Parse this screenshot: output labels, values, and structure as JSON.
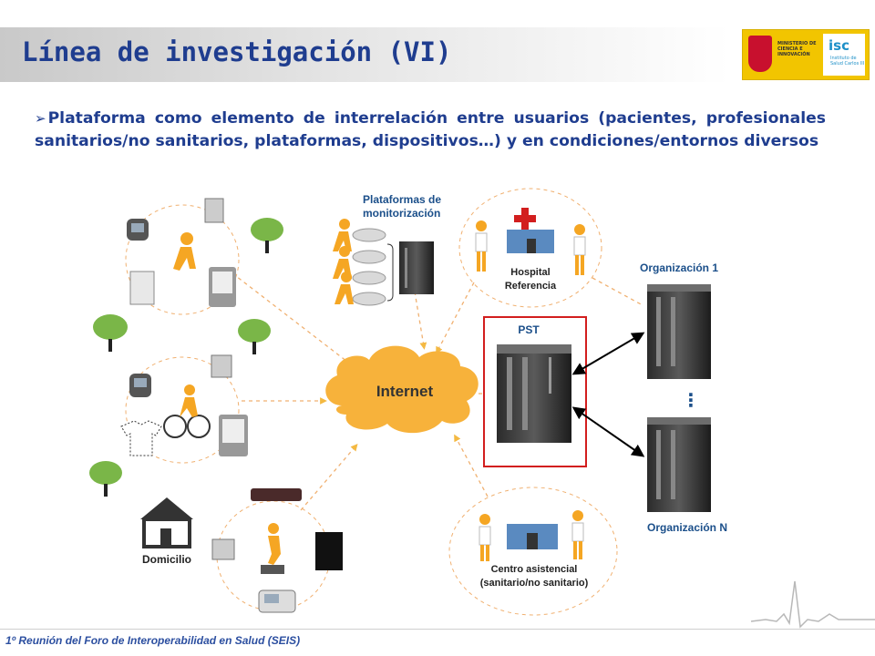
{
  "header": {
    "title": "Línea de investigación (VI)",
    "logo": {
      "ministry_text": "MINISTERIO DE CIENCIA E INNOVACIÓN",
      "institute_mark": "isc",
      "institute_text": "Instituto de Salud Carlos III",
      "colors": {
        "yellow": "#f2c500",
        "red": "#c8102e",
        "blue": "#1e90c8"
      }
    }
  },
  "body": {
    "bullet_mark": "➢",
    "bullet_text": "Plataforma como elemento de interrelación entre usuarios (pacientes, profesionales sanitarios/no sanitarios, plataformas, dispositivos…) y en condiciones/entornos diversos"
  },
  "diagram": {
    "monitoring_label": [
      "Plataformas de",
      "monitorización"
    ],
    "hospital_label": [
      "Hospital",
      "Referencia"
    ],
    "center_label": [
      "Centro asistencial",
      "(sanitario/no sanitario)"
    ],
    "internet_label": "Internet",
    "pst_label": "PST",
    "org1_label": "Organización 1",
    "orgN_label": "Organización N",
    "ellipsis": "⋮",
    "home_label": "Domicilio",
    "colors": {
      "title_blue": "#1f3d8f",
      "org_blue": "#1b4f8a",
      "cloud": "#f7b23b",
      "arrow": "#f4b942",
      "dashed": "#f0b070",
      "pst_border": "#d21e1e",
      "tree_green": "#7ab648",
      "person_orange": "#f5a623"
    },
    "icons": [
      "runner-icon",
      "cyclist-icon",
      "exercise-bike-icon",
      "doctor-icon",
      "hospital-icon",
      "server-icon",
      "tree-icon",
      "house-icon",
      "pda-icon",
      "watch-icon",
      "tshirt-sensor-icon",
      "blood-pressure-icon",
      "database-icon"
    ]
  },
  "footer": {
    "text": "1º Reunión del Foro de Interoperabilidad en Salud (SEIS)"
  }
}
